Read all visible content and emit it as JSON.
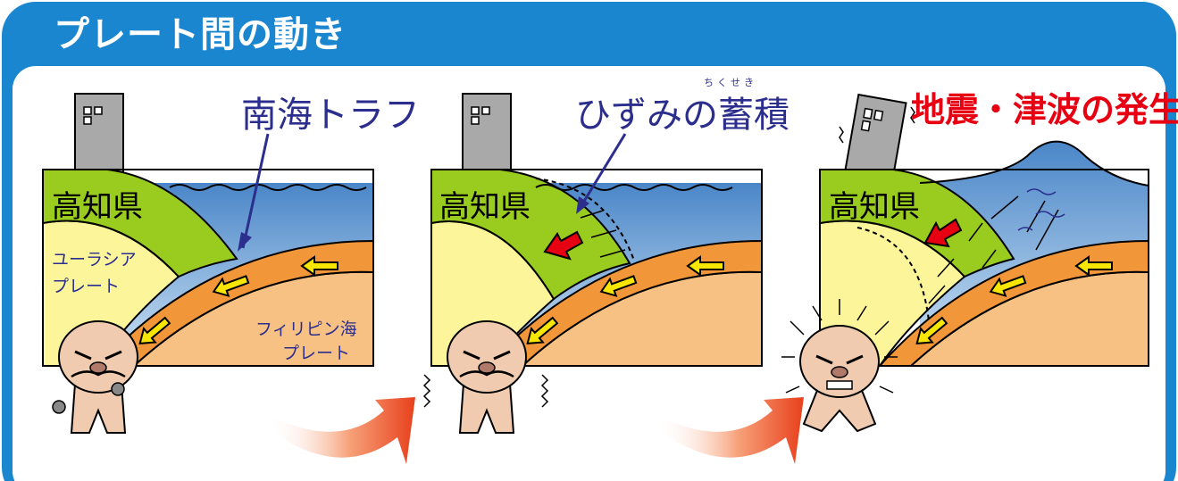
{
  "header": {
    "title": "プレート間の動き"
  },
  "panels": [
    {
      "prefecture_label": "高知県",
      "callout": "南海トラフ",
      "plate_left_line1": "ユーラシア",
      "plate_left_line2": "プレート",
      "plate_right_line1": "フィリピン海",
      "plate_right_line2": "プレート"
    },
    {
      "prefecture_label": "高知県",
      "callout": "ひずみの蓄積",
      "ruby": "ちくせき"
    },
    {
      "prefecture_label": "高知県",
      "callout": "地震・津波の発生"
    }
  ],
  "colors": {
    "header_blue": "#1a86d0",
    "callout_navy": "#2b2e8c",
    "callout_red": "#e60012",
    "land_green": "#99cc1f",
    "eurasian_yellow": "#fdf59a",
    "philippine_orange": "#f2963a",
    "philippine_lower": "#f7c184",
    "sea_blue": "#7fb2e0",
    "building_gray": "#a9a9a9",
    "motion_arrow": "#f7e600",
    "strain_arrow": "#e60012"
  }
}
